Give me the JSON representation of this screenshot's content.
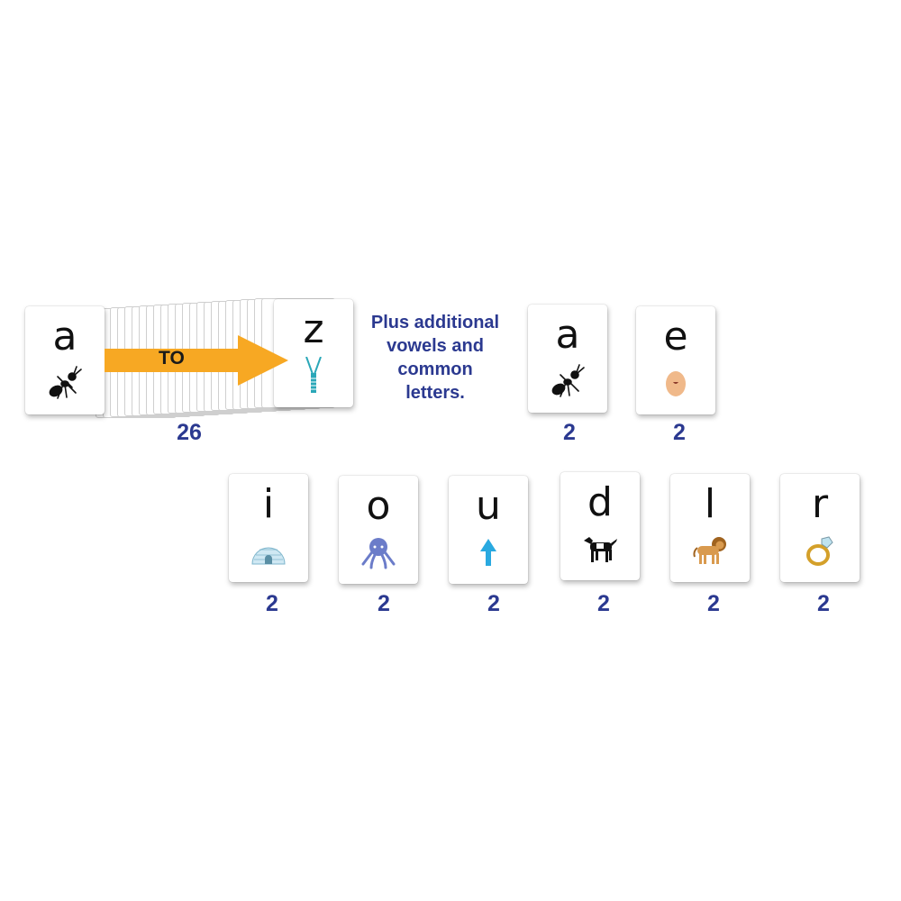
{
  "colors": {
    "count": "#2b3990",
    "arrow": "#f7a823"
  },
  "set_card_first": {
    "letter": "a",
    "icon": "ant-icon"
  },
  "set_card_last": {
    "letter": "z",
    "icon": "zipper-icon"
  },
  "arrow_label": "TO",
  "set_count": "26",
  "plus_text": [
    "Plus additional",
    "vowels and",
    "common",
    "letters."
  ],
  "extra_cards": [
    {
      "letter": "a",
      "icon": "ant-icon",
      "count": "2"
    },
    {
      "letter": "e",
      "icon": "egg-icon",
      "count": "2"
    },
    {
      "letter": "i",
      "icon": "igloo-icon",
      "count": "2"
    },
    {
      "letter": "o",
      "icon": "octopus-icon",
      "count": "2"
    },
    {
      "letter": "u",
      "icon": "up-arrow-icon",
      "count": "2"
    },
    {
      "letter": "d",
      "icon": "dog-icon",
      "count": "2"
    },
    {
      "letter": "l",
      "icon": "lion-icon",
      "count": "2"
    },
    {
      "letter": "r",
      "icon": "ring-icon",
      "count": "2"
    }
  ]
}
